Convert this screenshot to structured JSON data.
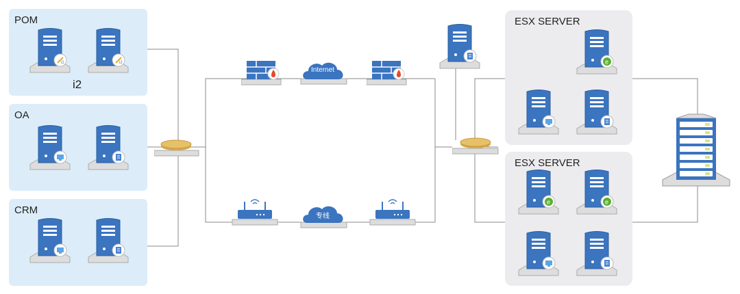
{
  "groups": {
    "pom": {
      "label": "POM",
      "caption": "i2"
    },
    "oa": {
      "label": "OA"
    },
    "crm": {
      "label": "CRM"
    },
    "esx1": {
      "label": "ESX SERVER"
    },
    "esx2": {
      "label": "ESX SERVER"
    }
  },
  "network": {
    "internet_label": "Internet",
    "private_line_label": "专线"
  },
  "colors": {
    "server_blue": "#3b74bf",
    "group_blue": "#dcedf9",
    "group_gray": "#ececef",
    "wire": "#8a8a8a",
    "fire": "#e8482c",
    "ie_green": "#5bb031",
    "router_gold": "#e7c06a"
  }
}
